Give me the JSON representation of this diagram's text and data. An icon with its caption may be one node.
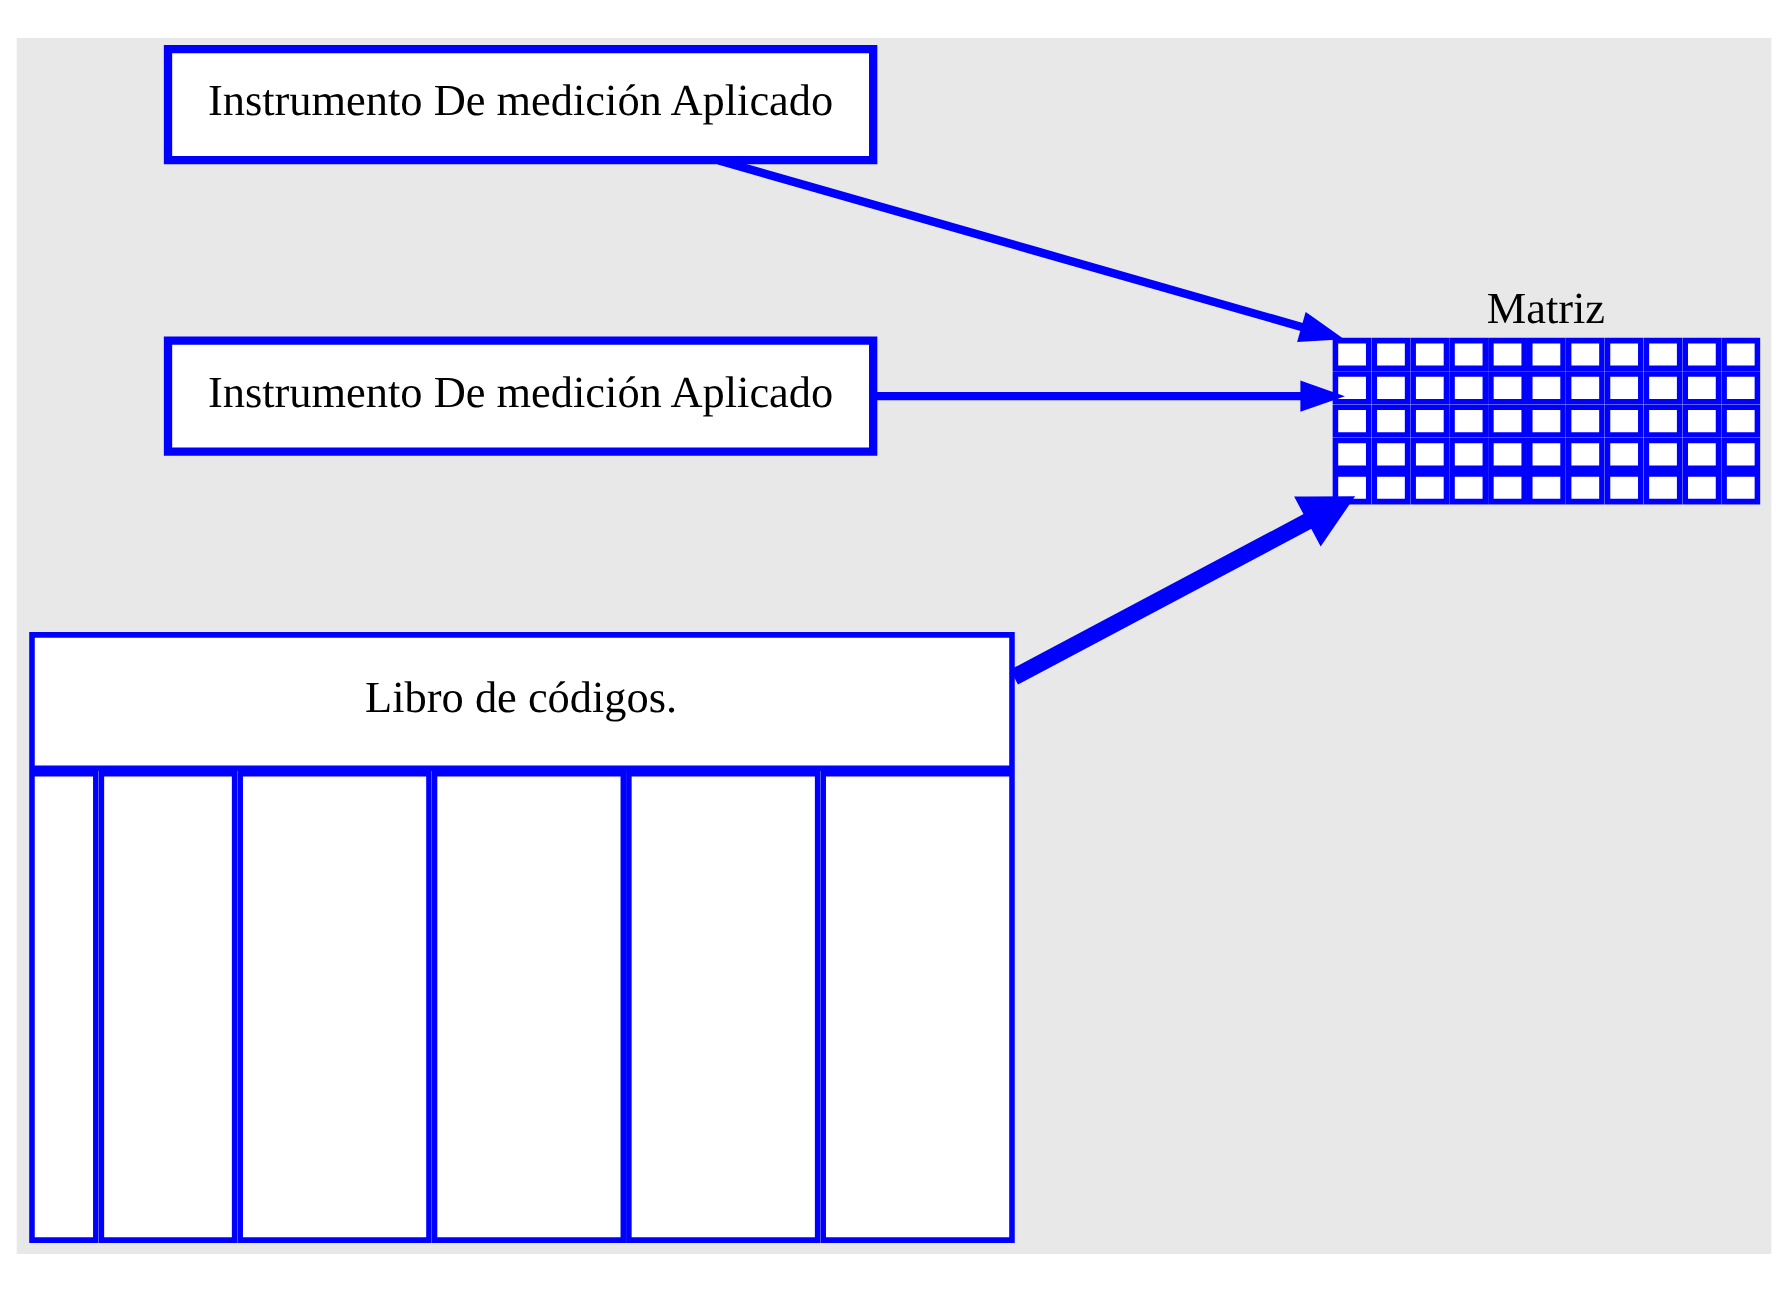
{
  "diagram": {
    "nodes": [
      {
        "text": [
          "Instrumento De medición Aplicado"
        ]
      },
      {
        "text": [
          "Instrumento De medición Aplicado"
        ]
      },
      {
        "text": [
          "Matriz"
        ]
      },
      {
        "text": [
          "Libro de códigos."
        ]
      }
    ],
    "edges": [
      {
        "from": 0,
        "to": 2,
        "arrow": "to"
      },
      {
        "from": 1,
        "to": 2,
        "arrow": "to"
      },
      {
        "from": 3,
        "to": 2,
        "arrow": "to",
        "style": "thick"
      }
    ]
  }
}
